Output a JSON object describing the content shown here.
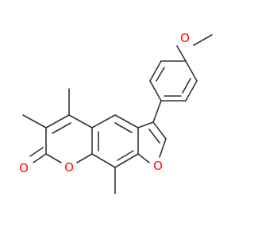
{
  "molecule": {
    "atoms": {
      "methoxy_oxygen": {
        "symbol": "O",
        "color": "#ff0d0d"
      },
      "furan_oxygen": {
        "symbol": "O",
        "color": "#ff0d0d"
      },
      "pyran_oxygen": {
        "symbol": "O",
        "color": "#ff0d0d"
      },
      "carbonyl_oxygen": {
        "symbol": "O",
        "color": "#ff0d0d"
      }
    },
    "bond_color": "#333333",
    "background": "#ffffff"
  }
}
